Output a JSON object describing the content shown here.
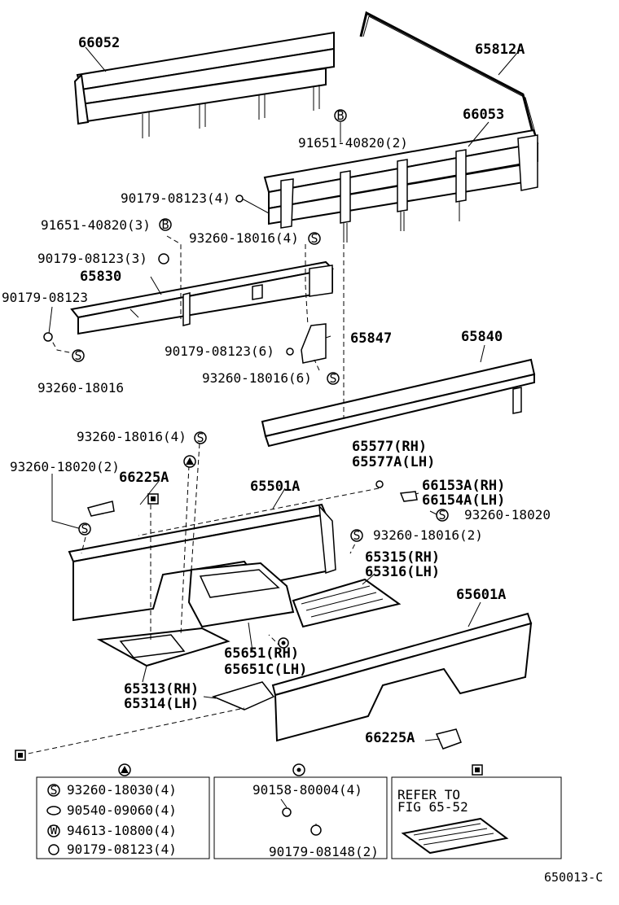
{
  "labels": {
    "p66052": "66052",
    "p65812A": "65812A",
    "p66053": "66053",
    "p91651_40820_2": "91651-40820(2)",
    "p90179_08123_4": "90179-08123(4)",
    "p91651_40820_3": "91651-40820(3)",
    "p93260_18016_4a": "93260-18016(4)",
    "p90179_08123_3": "90179-08123(3)",
    "p65830": "65830",
    "p90179_08123": "90179-08123",
    "p90179_08123_6": "90179-08123(6)",
    "p65847": "65847",
    "p65840": "65840",
    "p93260_18016_6": "93260-18016(6)",
    "p93260_18016": "93260-18016",
    "p93260_18016_4b": "93260-18016(4)",
    "p65577_rh": "65577(RH)",
    "p65577A_lh": "65577A(LH)",
    "p93260_18020_2": "93260-18020(2)",
    "p66225A_a": "66225A",
    "p65501A": "65501A",
    "p66153A_rh": "66153A(RH)",
    "p66154A_lh": "66154A(LH)",
    "p93260_18020": "93260-18020",
    "p93260_18016_2": "93260-18016(2)",
    "p65315_rh": "65315(RH)",
    "p65316_lh": "65316(LH)",
    "p65601A": "65601A",
    "p65651_rh": "65651(RH)",
    "p65651C_lh": "65651C(LH)",
    "p65313_rh": "65313(RH)",
    "p65314_lh": "65314(LH)",
    "p66225A_b": "66225A"
  },
  "legend_triangle": [
    {
      "symbol": "S",
      "part": "93260-18030(4)"
    },
    {
      "symbol": "",
      "part": "90540-09060(4)"
    },
    {
      "symbol": "W",
      "part": "94613-10800(4)"
    },
    {
      "symbol": "",
      "part": "90179-08123(4)"
    }
  ],
  "legend_circle": [
    {
      "part": "90158-80004(4)"
    },
    {
      "part": "90179-08148(2)"
    }
  ],
  "legend_diamond": {
    "refer_line1": "REFER TO",
    "refer_line2": "FIG 65-52"
  },
  "symbols": {
    "S": "S",
    "B": "B",
    "W": "W"
  },
  "figure_code": "650013-C"
}
